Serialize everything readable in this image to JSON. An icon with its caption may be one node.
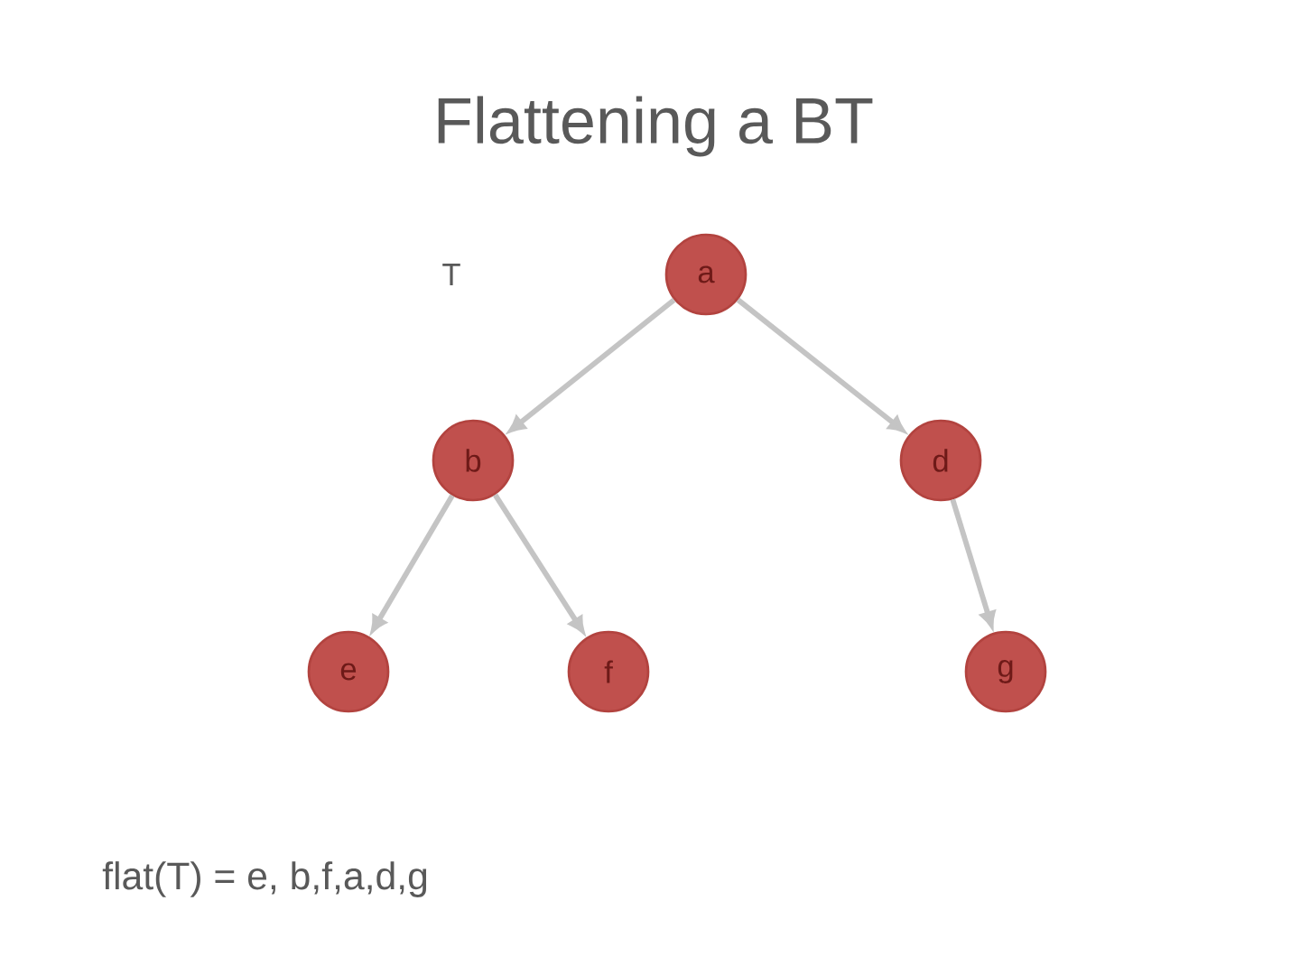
{
  "diagram": {
    "title": "Flattening a BT",
    "nodes": [
      {
        "text": [
          "a"
        ]
      },
      {
        "text": [
          "b"
        ]
      },
      {
        "text": [
          "d"
        ]
      },
      {
        "text": [
          "e"
        ]
      },
      {
        "text": [
          "f"
        ]
      },
      {
        "text": [
          "g"
        ]
      }
    ],
    "edges": [
      {
        "from": 0,
        "to": 1,
        "arrow": "to"
      },
      {
        "from": 0,
        "to": 2,
        "arrow": "to"
      },
      {
        "from": 1,
        "to": 3,
        "arrow": "to"
      },
      {
        "from": 1,
        "to": 4,
        "arrow": "to"
      },
      {
        "from": 2,
        "to": 5,
        "arrow": "to"
      }
    ],
    "labels": [
      "T",
      "flat(T) = e, b,f,a,d,g"
    ]
  }
}
